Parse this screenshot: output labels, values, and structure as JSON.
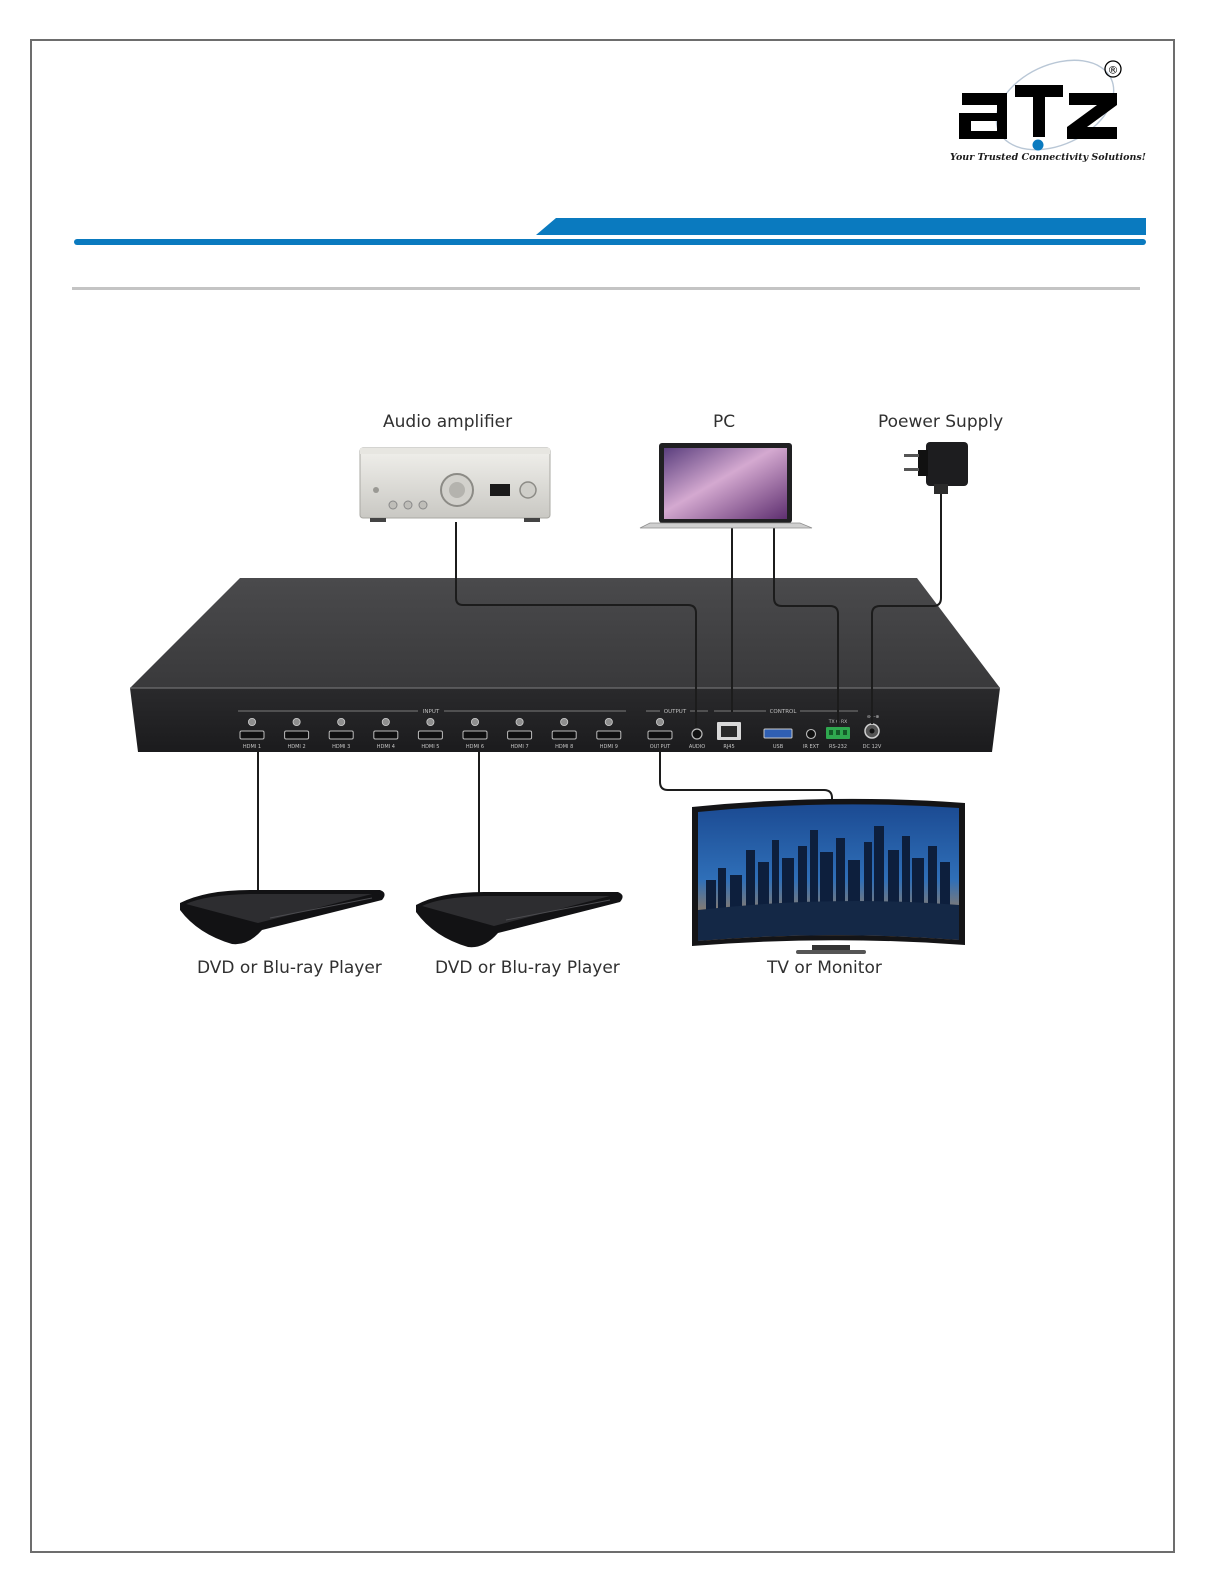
{
  "brand": {
    "logo_text": "aTZ",
    "registered_mark": "®",
    "tagline": "Your Trusted Connectivity Solutions!"
  },
  "colors": {
    "accent_blue": "#0a7abf",
    "frame_gray": "#6d6d6d",
    "rule_gray": "#c4c4c4",
    "device_dark": "#2c2c2e",
    "cable": "#1c1c1c"
  },
  "devices": {
    "audio_amplifier": "Audio amplifier",
    "pc": "PC",
    "power_supply": "Poewer Supply",
    "player_1": "DVD or Blu-ray Player",
    "player_2": "DVD or Blu-ray Player",
    "display": "TV or Monitor"
  },
  "panel": {
    "group_labels": [
      "INPUT",
      "OUTPUT",
      "CONTROL"
    ],
    "input_ports": [
      "HDMI 1",
      "HDMI 2",
      "HDMI 3",
      "HDMI 4",
      "HDMI 5",
      "HDMI 6",
      "HDMI 7",
      "HDMI 8",
      "HDMI 9"
    ],
    "output_port": "OUTPUT",
    "audio_port": "AUDIO",
    "lan_port": "RJ45",
    "usb_port": "USB",
    "ir_port": "IR EXT",
    "serial_port": "RS-232",
    "serial_pins": "TX  G  RX",
    "power_port": "DC 12V"
  }
}
